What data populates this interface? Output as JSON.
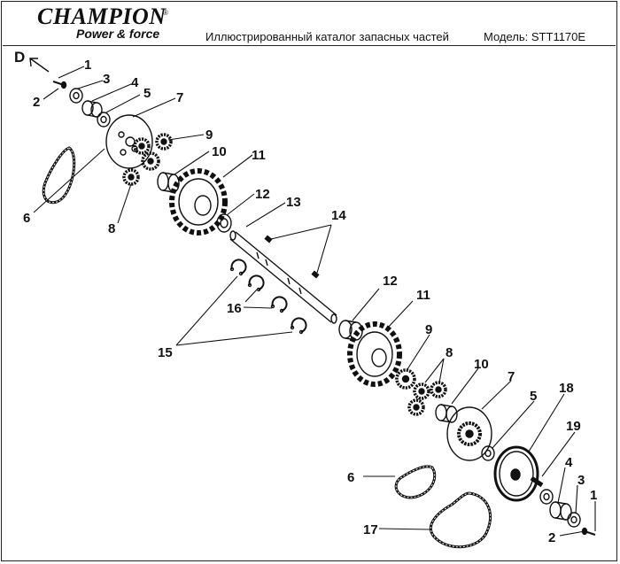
{
  "header": {
    "brand": "CHAMPION",
    "registered": "®",
    "tagline": "Power & force",
    "title": "Иллюстрированный каталог запасных частей",
    "model": "Модель: STT1170E"
  },
  "diagram": {
    "view_marker": "D",
    "callouts": [
      "1",
      "2",
      "3",
      "4",
      "5",
      "7",
      "6",
      "9",
      "8",
      "10",
      "11",
      "12",
      "13",
      "14",
      "15",
      "16",
      "12",
      "11",
      "9",
      "8",
      "10",
      "7",
      "5",
      "18",
      "6",
      "19",
      "4",
      "3",
      "1",
      "2",
      "17"
    ]
  }
}
